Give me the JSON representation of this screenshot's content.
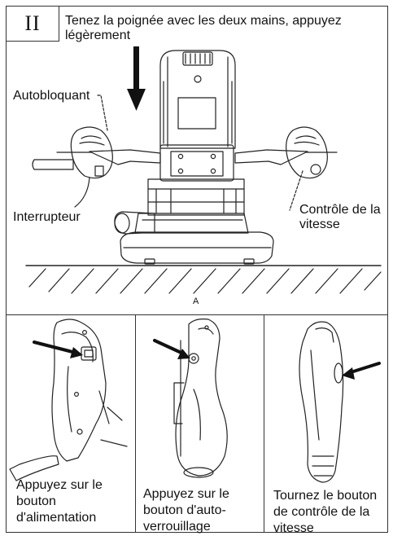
{
  "top_panel": {
    "step_number": "II",
    "instruction": "Tenez la poignée avec les deux mains, appuyez légèrement",
    "labels": {
      "autobloquant": "Autobloquant",
      "interrupteur": "Interrupteur",
      "speed_control": "Contrôle de la vitesse"
    },
    "figure_letter": "A"
  },
  "bottom_panels": [
    {
      "caption": "Appuyez sur le bouton d'alimentation"
    },
    {
      "caption": "Appuyez sur le bouton d'auto-verrouillage"
    },
    {
      "caption": "Tournez le bouton de contrôle de la vitesse"
    }
  ]
}
